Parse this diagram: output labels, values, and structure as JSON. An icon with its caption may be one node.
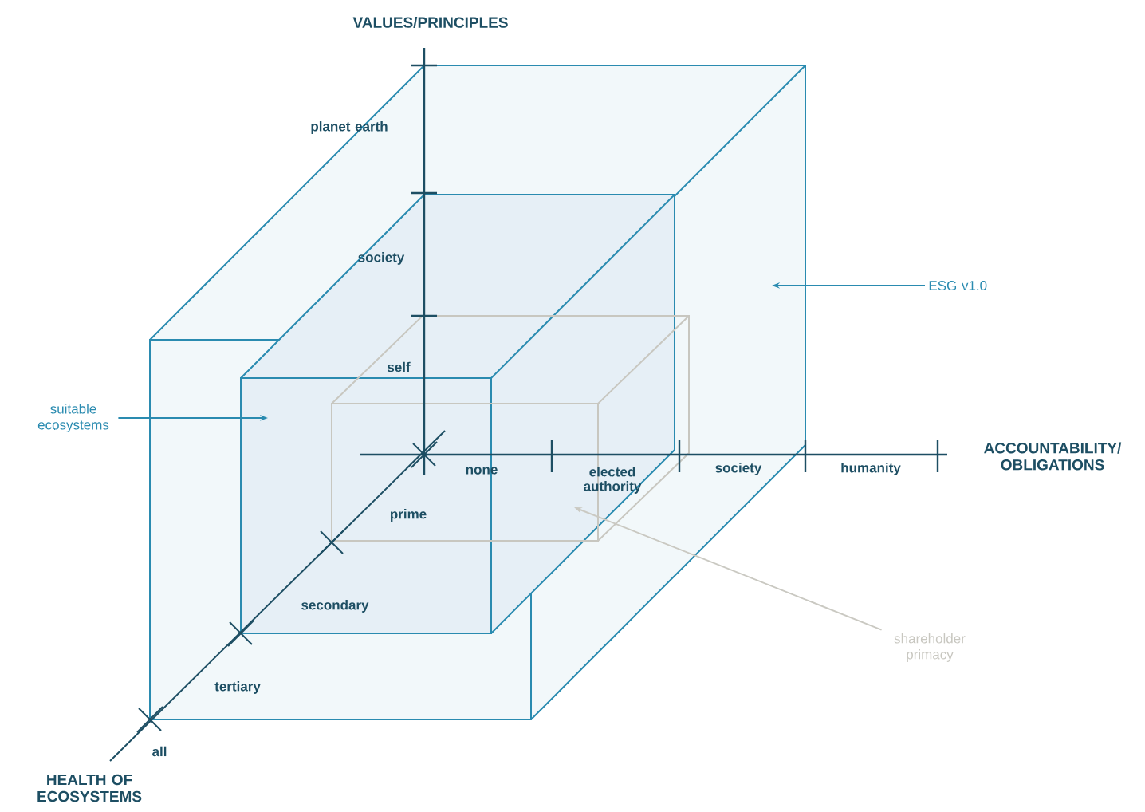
{
  "diagram": {
    "nodes": [
      {
        "text": [
          "ESG v1.0"
        ]
      },
      {
        "text": [],
        "shape": "box"
      },
      {
        "text": [
          "suitable ecosystems"
        ]
      },
      {
        "text": [],
        "shape": "box",
        "in": 1
      },
      {
        "text": [
          "shareholder primacy"
        ]
      },
      {
        "text": [],
        "shape": "box",
        "in": 3
      }
    ],
    "edges": [
      {
        "from": 0,
        "to": 1,
        "arrow": "to"
      },
      {
        "from": 2,
        "to": 3,
        "arrow": "to"
      },
      {
        "from": 4,
        "to": 5,
        "arrow": "to",
        "color": "#cac9c2"
      }
    ],
    "labels": [
      "VALUES/PRINCIPLES",
      "planet earth",
      "society",
      "self",
      "ACCOUNTABILITY/ OBLIGATIONS",
      "none",
      "elected authority",
      "society",
      "humanity",
      "prime",
      "secondary",
      "tertiary",
      "all",
      "HEALTH OF ECOSYSTEMS"
    ]
  }
}
